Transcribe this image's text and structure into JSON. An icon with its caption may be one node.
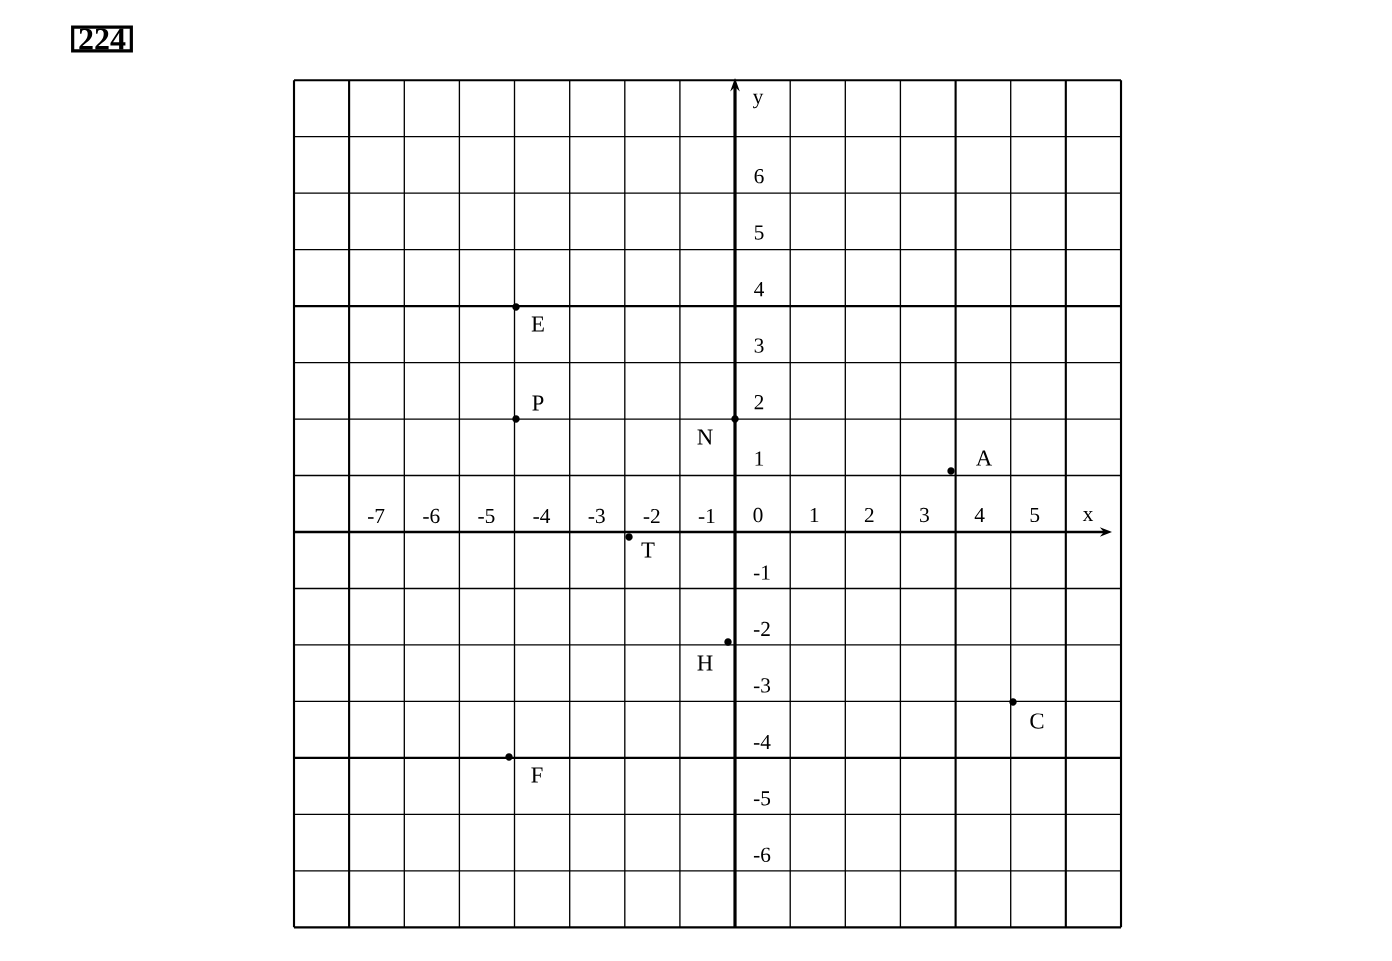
{
  "diagram": {
    "nodes": [
      {
        "text": [
          "224"
        ]
      },
      {
        "text": [],
        "shape": "circle",
        "beside": [
          "E"
        ]
      },
      {
        "text": [],
        "shape": "circle",
        "beside": [
          "P"
        ]
      },
      {
        "text": [],
        "shape": "circle",
        "beside": [
          "N"
        ]
      },
      {
        "text": [],
        "shape": "circle",
        "beside": [
          "A"
        ]
      },
      {
        "text": [],
        "shape": "circle",
        "beside": [
          "T"
        ]
      },
      {
        "text": [],
        "shape": "circle",
        "beside": [
          "H"
        ]
      },
      {
        "text": [],
        "shape": "circle",
        "beside": [
          "C"
        ]
      },
      {
        "text": [],
        "shape": "circle",
        "beside": [
          "F"
        ]
      }
    ],
    "labels": [
      "y",
      "6",
      "5",
      "4",
      "3",
      "2",
      "1",
      "-7",
      "-6",
      "-5",
      "-4",
      "-3",
      "-2",
      "-1",
      "0",
      "1",
      "2",
      "3",
      "4",
      "5",
      "x",
      "-1",
      "-2",
      "-3",
      "-4",
      "-5",
      "-6"
    ]
  }
}
